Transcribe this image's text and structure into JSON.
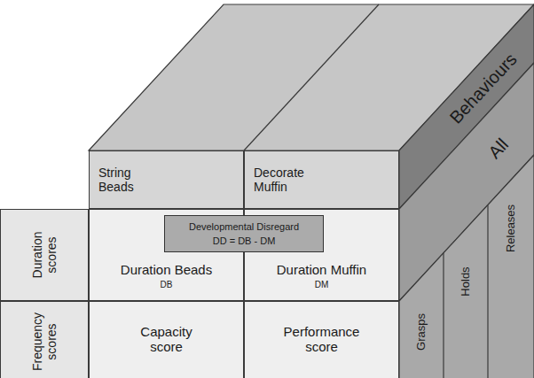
{
  "diagram": {
    "nodes": [
      {
        "text": [
          "String Beads"
        ]
      },
      {
        "text": [
          "Decorate Muffin"
        ]
      },
      {
        "text": [
          "Behaviours"
        ]
      },
      {
        "text": [
          "All"
        ]
      },
      {
        "text": [
          "Duration scores"
        ]
      },
      {
        "text": [
          "Developmental Disregard",
          "DD = DB - DM"
        ]
      },
      {
        "text": [
          "Duration Beads",
          "DB"
        ]
      },
      {
        "text": [
          "Duration Muffin",
          "DM"
        ]
      },
      {
        "text": [
          "Releases"
        ]
      },
      {
        "text": [
          "Holds"
        ]
      },
      {
        "text": [
          "Frequency scores"
        ]
      },
      {
        "text": [
          "Capacity score"
        ]
      },
      {
        "text": [
          "Performance score"
        ]
      },
      {
        "text": [
          "Grasps"
        ]
      }
    ]
  }
}
